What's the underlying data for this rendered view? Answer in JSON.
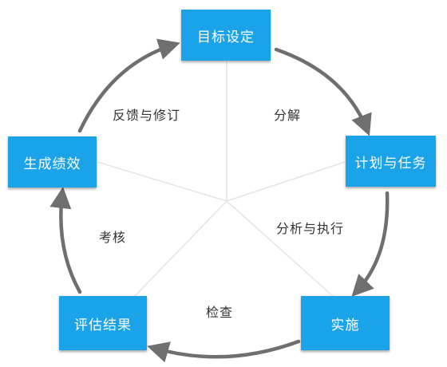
{
  "colors": {
    "node": "#1aa3e8",
    "arrow": "#6f6f6f",
    "spoke": "#e4e4e4"
  },
  "nodes": [
    {
      "id": "set-goals",
      "label": "目标设定"
    },
    {
      "id": "plan",
      "label": "计划与任务"
    },
    {
      "id": "implement",
      "label": "实施"
    },
    {
      "id": "evaluate",
      "label": "评估结果"
    },
    {
      "id": "performance",
      "label": "生成绩效"
    }
  ],
  "steps": [
    {
      "id": "decompose",
      "label": "分解"
    },
    {
      "id": "analyze-execute",
      "label": "分析与执行"
    },
    {
      "id": "inspect",
      "label": "检查"
    },
    {
      "id": "assess",
      "label": "考核"
    },
    {
      "id": "feedback",
      "label": "反馈与修订"
    }
  ]
}
